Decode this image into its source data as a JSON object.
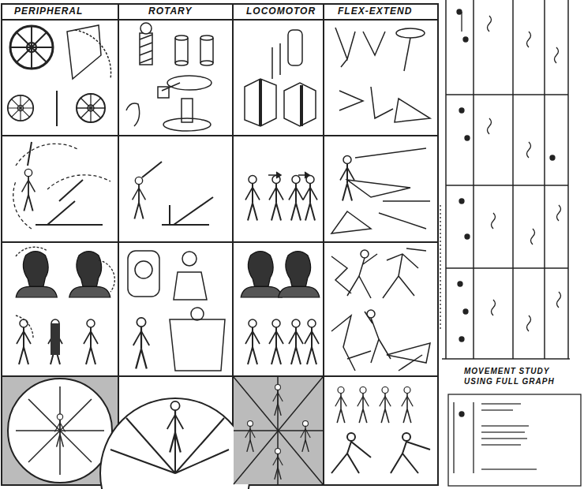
{
  "diagram": {
    "labels": [
      "PERIPHERAL",
      "ROTARY",
      "LOCOMOTOR",
      "FLEX-EXTEND",
      "MOVEMENT STUDY USING FULL GRAPH"
    ]
  }
}
